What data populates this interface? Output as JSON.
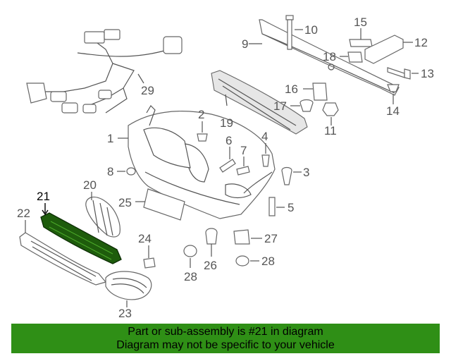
{
  "callouts": {
    "c1": "1",
    "c2": "2",
    "c3": "3",
    "c4": "4",
    "c5": "5",
    "c6": "6",
    "c7": "7",
    "c8": "8",
    "c9": "9",
    "c10": "10",
    "c11": "11",
    "c12": "12",
    "c13": "13",
    "c14": "14",
    "c15": "15",
    "c16": "16",
    "c17": "17",
    "c18": "18",
    "c19": "19",
    "c20": "20",
    "c21": "21",
    "c22": "22",
    "c23": "23",
    "c24": "24",
    "c25": "25",
    "c26": "26",
    "c27": "27",
    "c28a": "28",
    "c28b": "28",
    "c29": "29"
  },
  "highlight_part": "21",
  "colors": {
    "banner": "#2f8f16",
    "highlight_part": "#1e5c0c",
    "line": "#555555"
  },
  "banner": {
    "line1": "Part or sub-assembly is #21 in diagram",
    "line2": "Diagram may not be specific to your vehicle"
  }
}
